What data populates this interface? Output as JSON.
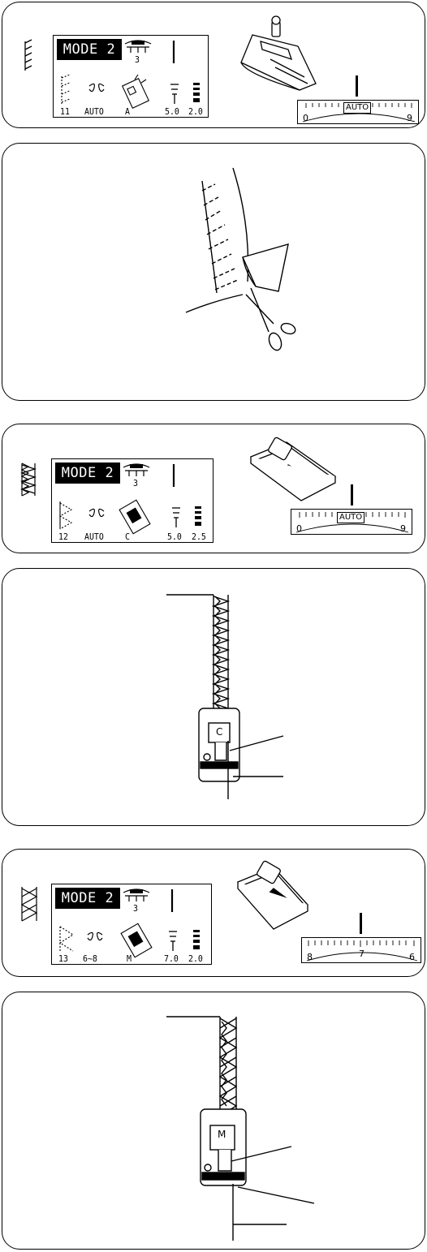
{
  "settings": [
    {
      "mode": "MODE 2",
      "tension": "3",
      "pattern_no": "11",
      "tension_setting": "AUTO",
      "foot": "A",
      "width": "5.0",
      "length": "2.0",
      "dial": {
        "left": "0",
        "center": "AUTO",
        "right": "9"
      }
    },
    {
      "mode": "MODE 2",
      "tension": "3",
      "pattern_no": "12",
      "tension_setting": "AUTO",
      "foot": "C",
      "width": "5.0",
      "length": "2.5",
      "dial": {
        "left": "0",
        "center": "AUTO",
        "right": "9"
      }
    },
    {
      "mode": "MODE 2",
      "tension": "3",
      "pattern_no": "13",
      "tension_setting": "6~8",
      "foot": "M",
      "width": "7.0",
      "length": "2.0",
      "dial": {
        "left": "8",
        "center": "7",
        "right": "6"
      }
    }
  ],
  "sewing": [
    {
      "foot_letter": "C"
    },
    {
      "foot_letter": "M"
    }
  ],
  "icons": [
    "overcast-stitch-icon",
    "double-overedge-icon",
    "overlock-stitch-icon",
    "presser-foot-icon",
    "scissors-icon",
    "needle-icon",
    "thread-tension-icon",
    "stitch-width-icon",
    "stitch-length-icon"
  ]
}
